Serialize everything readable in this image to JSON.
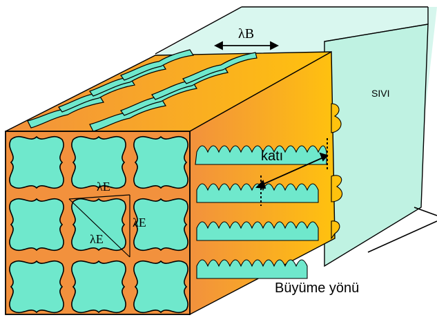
{
  "labels": {
    "lambda_b": "λB",
    "liquid": "SIVI",
    "solid": "katı",
    "lambda_e_top": "λE",
    "lambda_e_right": "λE",
    "lambda_e_diag": "λE",
    "growth_direction": "Büyüme yönü"
  },
  "colors": {
    "lamellar_solid": "#f2913d",
    "interlamellar": "#6fe8cc",
    "liquid_front": "#a8f0dc",
    "dendrite_yellow": "#ffc20e",
    "outline": "#000000"
  }
}
